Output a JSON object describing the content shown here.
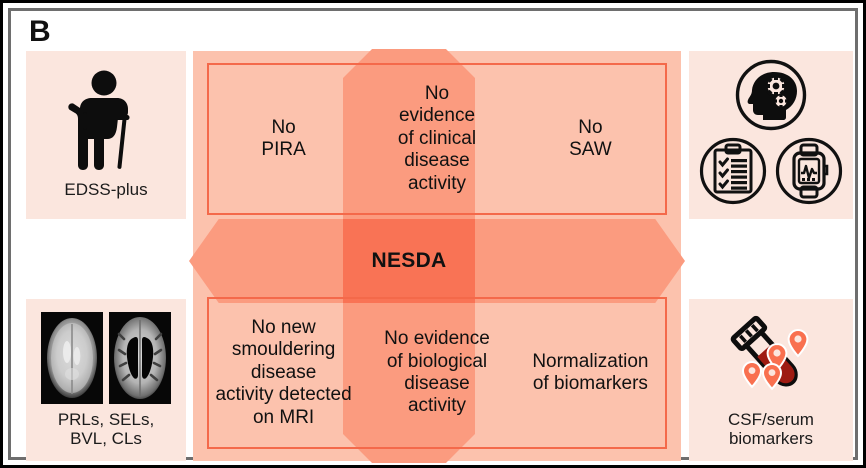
{
  "panel": {
    "letter": "B"
  },
  "colors": {
    "frame_outer": "#000000",
    "frame_inner": "#6e6e6e",
    "icon_cell_bg": "#fbe6de",
    "band_light": "#fcc2ad",
    "arrow_mid": "#fb9b7f",
    "overlap_dark": "#f97355",
    "box_border": "#f4694a",
    "blood_red": "#9e1b12",
    "marker_orange": "#f9704f",
    "text": "#111111"
  },
  "left_icons": [
    {
      "id": "edss",
      "icon": "person-with-cane-icon",
      "caption": "EDSS-plus"
    },
    {
      "id": "mri",
      "icon": "brain-mri-scans-icon",
      "caption": "PRLs, SELs,\nBVL, CLs",
      "caption_lines": [
        "PRLs, SELs,",
        "BVL, CLs"
      ]
    }
  ],
  "right_icons": [
    {
      "id": "digital",
      "icons": [
        "head-with-gears-icon",
        "clipboard-checklist-icon",
        "smartwatch-ecg-icon"
      ],
      "caption": ""
    },
    {
      "id": "csf",
      "icon": "blood-test-tube-icon",
      "caption": "CSF/serum\nbiomarkers",
      "caption_lines": [
        "CSF/serum",
        "biomarkers"
      ]
    }
  ],
  "center_arrow": {
    "label": "NESDA",
    "direction": "double-horizontal"
  },
  "vertical_arrow": {
    "direction": "double-vertical"
  },
  "rows": [
    {
      "id": "clinical",
      "cells": [
        {
          "id": "no-pira",
          "text": "No\nPIRA",
          "lines": [
            "No",
            "PIRA"
          ]
        },
        {
          "id": "no-clinical-activity",
          "text": "No evidence of clinical disease activity",
          "lines": [
            "No",
            "evidence",
            "of clinical",
            "disease",
            "activity"
          ]
        },
        {
          "id": "no-saw",
          "text": "No\nSAW",
          "lines": [
            "No",
            "SAW"
          ]
        }
      ]
    },
    {
      "id": "biological",
      "cells": [
        {
          "id": "no-smouldering",
          "text": "No new smouldering disease activity detected on MRI",
          "lines": [
            "No new",
            "smouldering",
            "disease",
            "activity detected",
            "on MRI"
          ]
        },
        {
          "id": "no-biological-activity",
          "text": "No evidence of biological disease activity",
          "lines": [
            "No evidence",
            "of biological",
            "disease",
            "activity"
          ]
        },
        {
          "id": "normalization",
          "text": "Normalization of biomarkers",
          "lines": [
            "Normalization",
            "of biomarkers"
          ]
        }
      ]
    }
  ]
}
